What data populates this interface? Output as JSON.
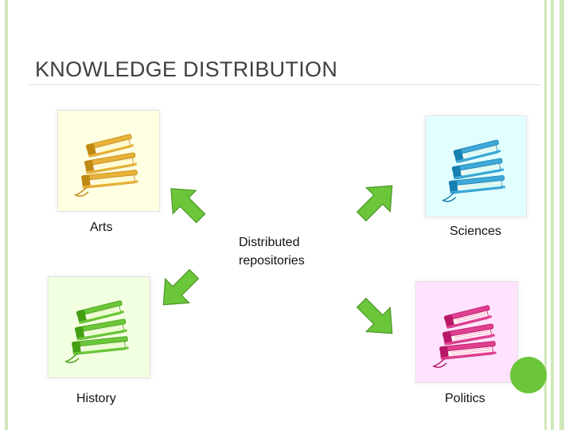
{
  "slide": {
    "title": "KNOWLEDGE DISTRIBUTION",
    "center_label_line1": "Distributed",
    "center_label_line2": "repositories"
  },
  "nodes": [
    {
      "label": "Arts",
      "color": "#e8b13a"
    },
    {
      "label": "Sciences",
      "color": "#3ea8d8"
    },
    {
      "label": "History",
      "color": "#6cc63a"
    },
    {
      "label": "Politics",
      "color": "#e0408f"
    }
  ],
  "arrow_color": "#6cc63a",
  "icons": {
    "book_stack": "stack-of-books-icon",
    "arrow": "block-arrow-icon"
  }
}
